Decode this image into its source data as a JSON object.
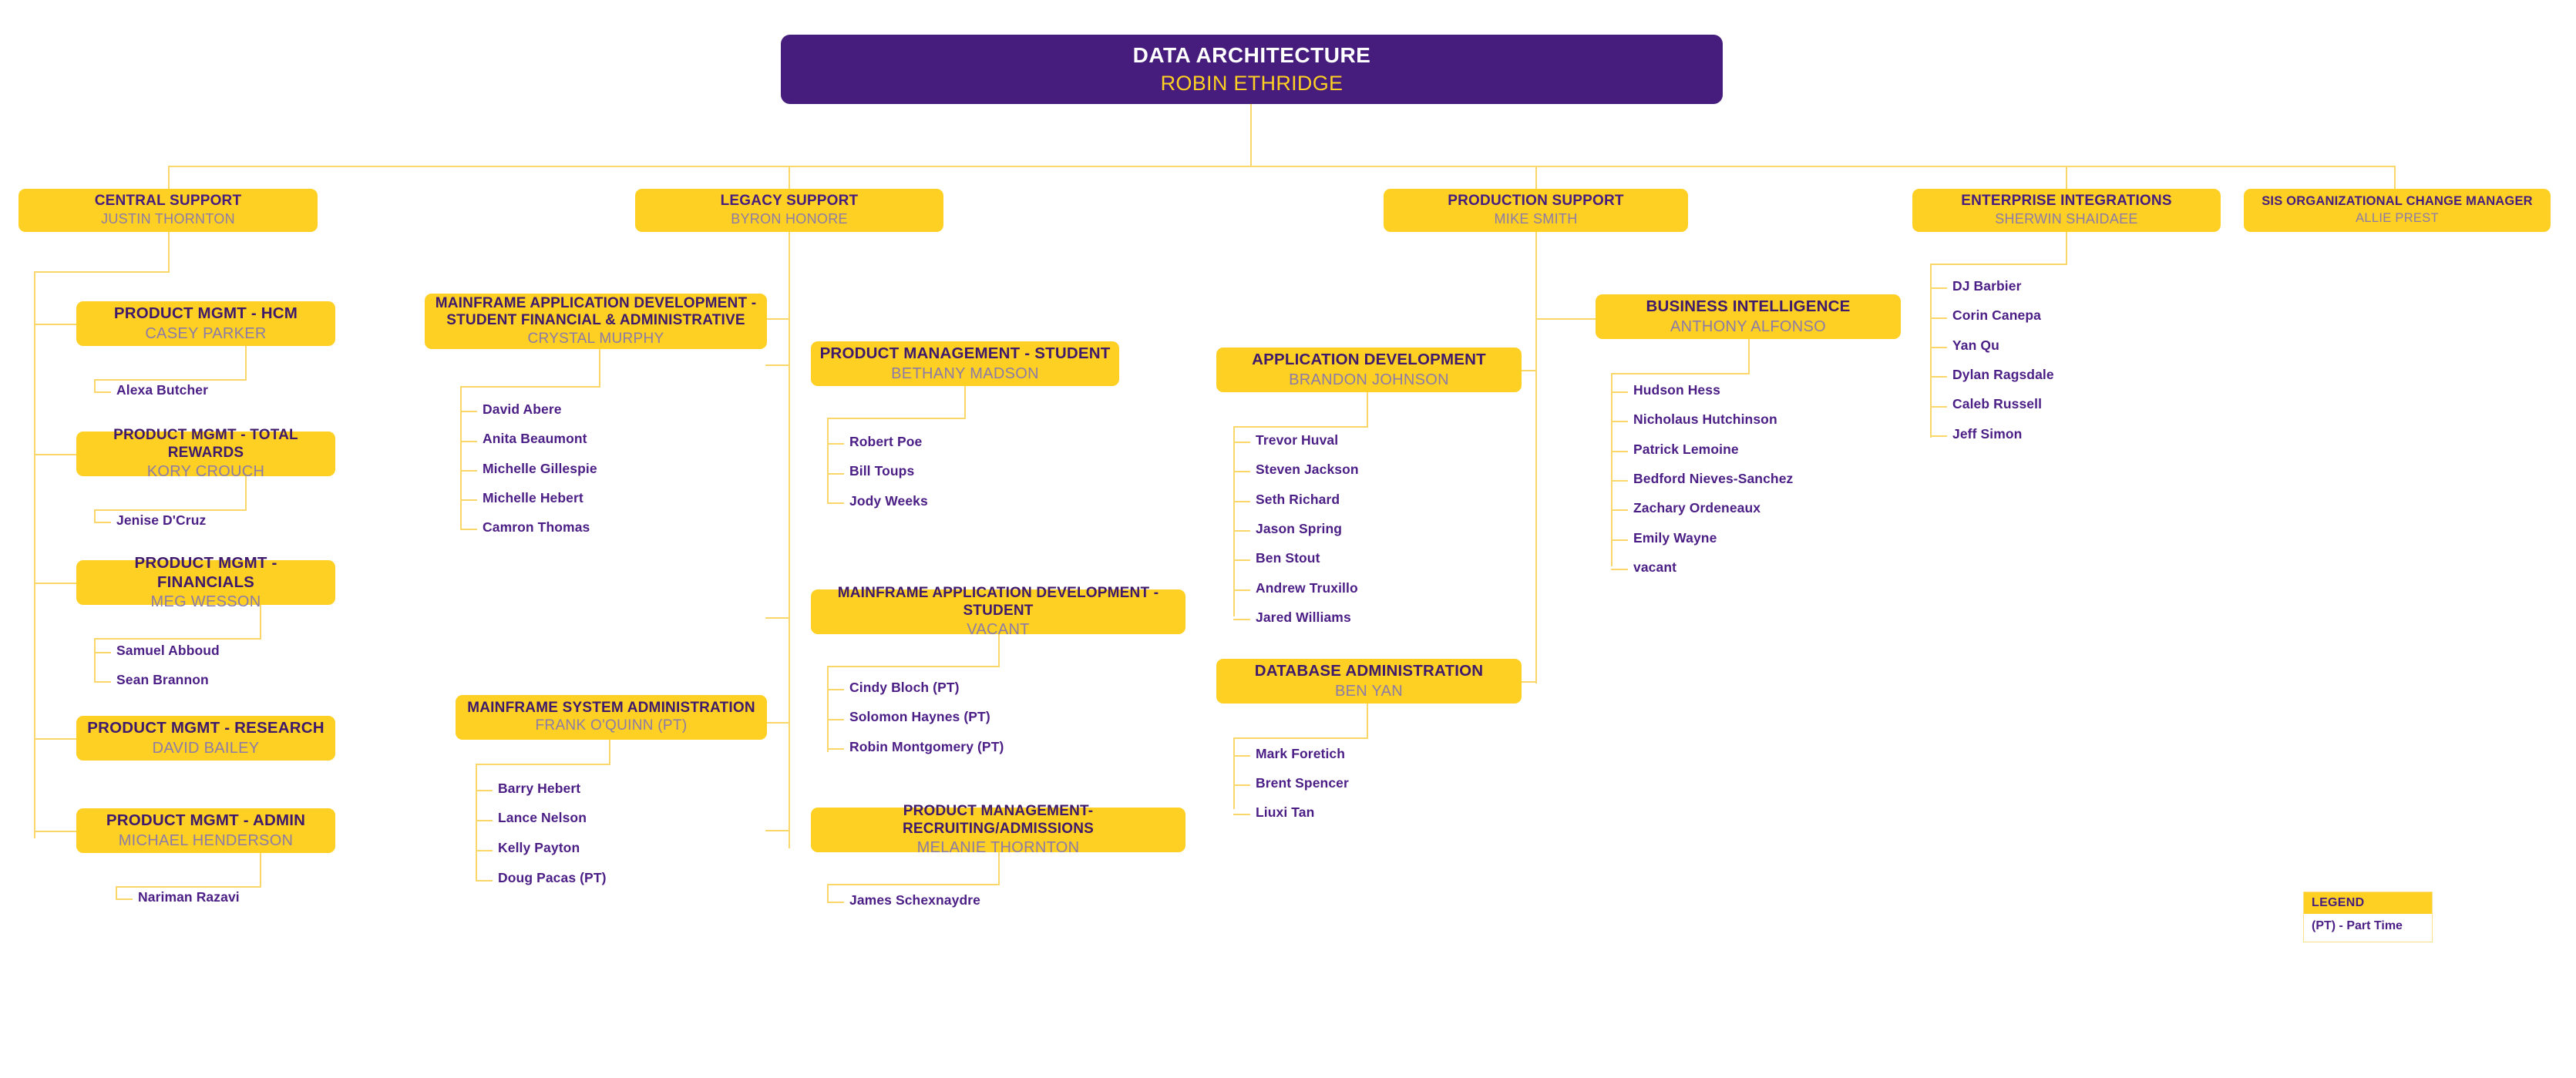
{
  "meta": {
    "chart_kind": "organizational-chart",
    "accent_purple": "#461D7C",
    "accent_gold": "#FDD023",
    "connector_color": "#F9D76A",
    "subtitle_color": "#8C7BA8"
  },
  "root": {
    "title": "DATA ARCHITECTURE",
    "person": "ROBIN ETHRIDGE"
  },
  "departments": [
    {
      "title": "CENTRAL SUPPORT",
      "person": "JUSTIN THORNTON"
    },
    {
      "title": "LEGACY SUPPORT",
      "person": "BYRON HONORE"
    },
    {
      "title": "PRODUCTION SUPPORT",
      "person": "MIKE SMITH"
    },
    {
      "title": "ENTERPRISE INTEGRATIONS",
      "person": "SHERWIN SHAIDAEE"
    },
    {
      "title": "SIS ORGANIZATIONAL CHANGE MANAGER",
      "person": "ALLIE PREST"
    }
  ],
  "units": [
    {
      "title": "PRODUCT MGMT - HCM",
      "person": "CASEY PARKER"
    },
    {
      "title": "PRODUCT MGMT - TOTAL REWARDS",
      "person": "KORY CROUCH"
    },
    {
      "title": "PRODUCT MGMT - FINANCIALS",
      "person": "MEG WESSON"
    },
    {
      "title": "PRODUCT MGMT - RESEARCH",
      "person": "DAVID BAILEY"
    },
    {
      "title": "PRODUCT MGMT - ADMIN",
      "person": "MICHAEL HENDERSON"
    },
    {
      "title": "MAINFRAME APPLICATION  DEVELOPMENT - STUDENT FINANCIAL & ADMINISTRATIVE",
      "person": "CRYSTAL MURPHY"
    },
    {
      "title": "MAINFRAME SYSTEM ADMINISTRATION",
      "person": "FRANK O'QUINN (PT)"
    },
    {
      "title": "PRODUCT MANAGEMENT - STUDENT",
      "person": "BETHANY MADSON"
    },
    {
      "title": "MAINFRAME APPLICATION DEVELOPMENT - STUDENT",
      "person": "VACANT"
    },
    {
      "title": "PRODUCT MANAGEMENT- RECRUITING/ADMISSIONS",
      "person": "MELANIE THORNTON"
    },
    {
      "title": "APPLICATION DEVELOPMENT",
      "person": "BRANDON JOHNSON"
    },
    {
      "title": "DATABASE ADMINISTRATION",
      "person": "BEN YAN"
    },
    {
      "title": "BUSINESS INTELLIGENCE",
      "person": "ANTHONY ALFONSO"
    }
  ],
  "staff": {
    "product_mgmt_hcm": [
      "Alexa Butcher"
    ],
    "product_mgmt_total_rewards": [
      "Jenise D'Cruz"
    ],
    "product_mgmt_financials": [
      "Samuel Abboud",
      "Sean Brannon"
    ],
    "product_mgmt_admin": [
      "Nariman Razavi"
    ],
    "mainframe_app_dev_student_fin_admin": [
      "David Abere",
      "Anita Beaumont",
      "Michelle Gillespie",
      "Michelle Hebert",
      "Camron Thomas"
    ],
    "mainframe_system_administration": [
      "Barry Hebert",
      "Lance Nelson",
      "Kelly Payton",
      "Doug Pacas (PT)"
    ],
    "product_management_student": [
      "Robert Poe",
      "Bill Toups",
      "Jody Weeks"
    ],
    "mainframe_app_dev_student": [
      "Cindy Bloch (PT)",
      "Solomon Haynes (PT)",
      "Robin Montgomery (PT)"
    ],
    "product_management_recruiting": [
      "James Schexnaydre"
    ],
    "application_development": [
      "Trevor Huval",
      "Steven Jackson",
      "Seth Richard",
      "Jason Spring",
      "Ben Stout",
      "Andrew Truxillo",
      "Jared Williams"
    ],
    "database_administration": [
      "Mark Foretich",
      "Brent Spencer",
      "Liuxi Tan"
    ],
    "business_intelligence": [
      "Hudson Hess",
      "Nicholaus Hutchinson",
      "Patrick Lemoine",
      "Bedford Nieves-Sanchez",
      "Zachary Ordeneaux",
      "Emily Wayne",
      "vacant"
    ],
    "enterprise_integrations": [
      "DJ Barbier",
      "Corin Canepa",
      "Yan Qu",
      "Dylan Ragsdale",
      "Caleb Russell",
      "Jeff Simon"
    ]
  },
  "legend": {
    "heading": "LEGEND",
    "items": [
      "(PT) - Part Time"
    ]
  }
}
